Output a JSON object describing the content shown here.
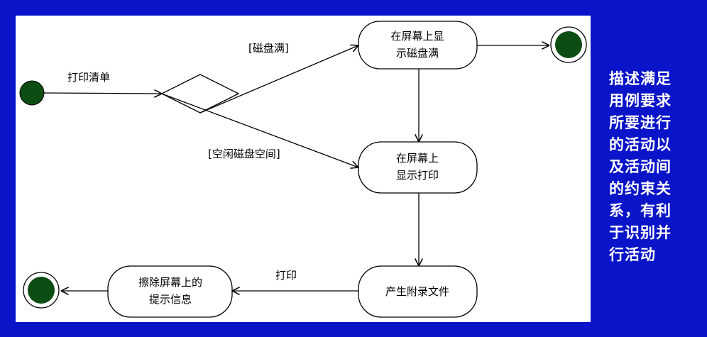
{
  "diagram": {
    "states": {
      "disk_full": [
        "在屏幕上显",
        "示磁盘满"
      ],
      "show_print": [
        "在屏幕上",
        "显示打印"
      ],
      "gen_file": [
        "产生附录文件"
      ],
      "erase": [
        "擦除屏幕上的",
        "提示信息"
      ]
    },
    "edges": {
      "print_list": "打印清单",
      "disk_full_guard": "[磁盘满]",
      "free_space_guard": "[空闲磁盘空间]",
      "print": "打印"
    }
  },
  "note": {
    "lines": [
      "描述满足",
      "用例要求",
      "所要进行",
      "的活动以",
      "及活动间",
      "的约束关",
      "系，有利",
      "于识别并",
      "行活动"
    ]
  },
  "colors": {
    "background": "#0a14c8",
    "panel": "#ffffff",
    "node_fill": "#0b4d12"
  }
}
